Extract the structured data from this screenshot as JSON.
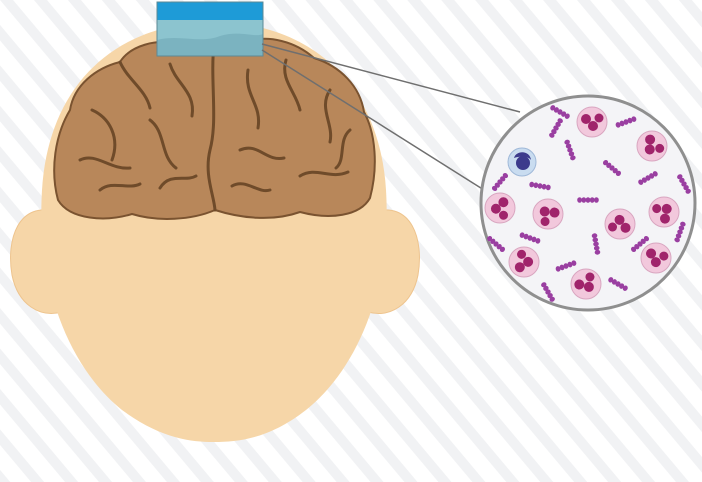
{
  "figure": {
    "subject": "head-brain-meninges-magnified-cells",
    "colors": {
      "background": "#ffffff",
      "stripe": "#f1f2f4",
      "skin": "#f6d6a8",
      "skin_shadow": "#eec48e",
      "brain": "#b8875a",
      "brain_outline": "#6f4b2a",
      "meninges_top": "#1e9bd7",
      "meninges_body": "#8cc4cf",
      "lens_fill": "#f4f4f7",
      "lens_ring": "#8f8f8f",
      "neutrophil_cytoplasm": "#f2c8dc",
      "neutrophil_nucleus": "#a0246b",
      "lymphocyte_cytoplasm": "#c9dcf0",
      "lymphocyte_nucleus": "#3c3b8c",
      "bacteria": "#9a3fa1"
    },
    "icons": {
      "neutrophil": "neutrophil-cell-icon",
      "lymphocyte": "lymphocyte-cell-icon",
      "bacterium": "diplococcus-chain-icon"
    },
    "counts": {
      "neutrophils": 9,
      "lymphocytes": 1,
      "bacteria_chains": 18
    }
  }
}
